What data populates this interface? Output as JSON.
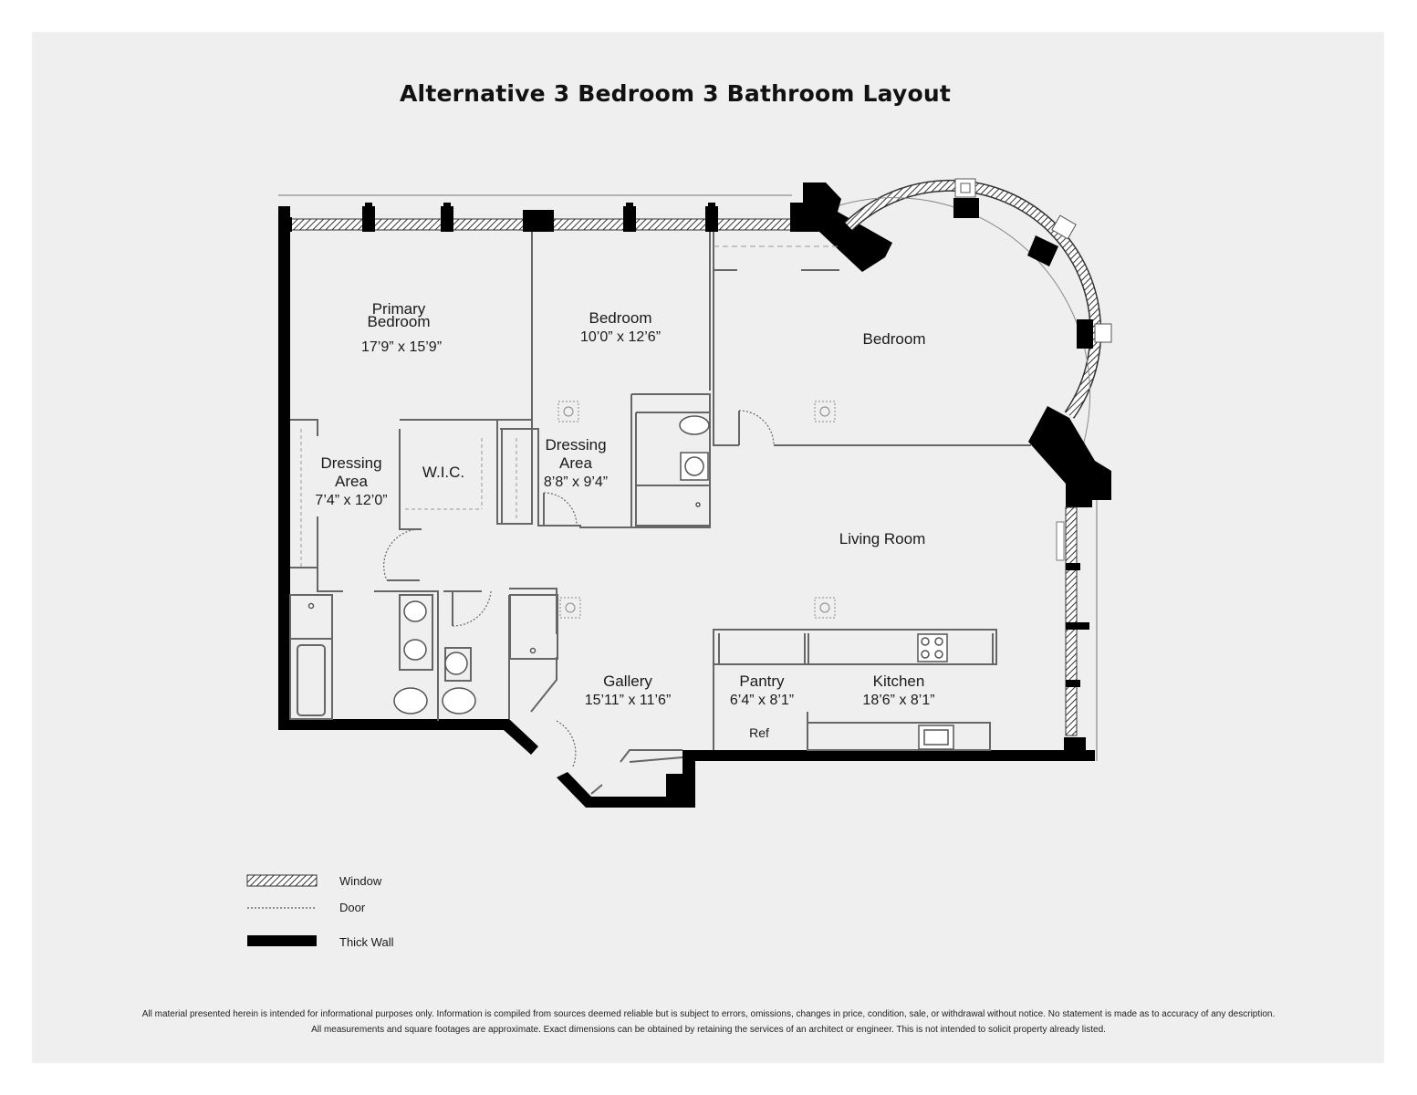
{
  "title": "Alternative 3 Bedroom 3 Bathroom Layout",
  "rooms": {
    "primary_bedroom": {
      "name_line1": "Primary",
      "name_line2": "Bedroom",
      "dims": "17’9” x 15’9”"
    },
    "bedroom_1": {
      "name": "Bedroom",
      "dims": "10’0” x 12’6”"
    },
    "bedroom_2": {
      "name": "Bedroom"
    },
    "dressing_area_1": {
      "name_line1": "Dressing",
      "name_line2": "Area",
      "dims": "7’4” x 12’0”"
    },
    "wic": {
      "name": "W.I.C."
    },
    "dressing_area_2": {
      "name_line1": "Dressing",
      "name_line2": "Area",
      "dims": "8’8” x 9’4”"
    },
    "living_room": {
      "name": "Living Room"
    },
    "gallery": {
      "name": "Gallery",
      "dims": "15’11” x 11’6”"
    },
    "pantry": {
      "name": "Pantry",
      "dims": "6’4” x 8’1”"
    },
    "kitchen": {
      "name": "Kitchen",
      "dims": "18’6” x 8’1”"
    },
    "ref": {
      "name": "Ref"
    }
  },
  "legend": {
    "window": "Window",
    "door": "Door",
    "thick_wall": "Thick Wall"
  },
  "disclaimer": {
    "line1": "All material presented herein is intended for informational purposes only. Information is compiled from sources deemed reliable but is subject to errors, omissions, changes in price, condition, sale, or withdrawal without notice. No statement is made as to accuracy of any description.",
    "line2": "All measurements and square footages are approximate. Exact dimensions can be obtained by retaining the services of an architect or engineer. This is not intended to solicit property already listed."
  },
  "colors": {
    "wall": "#000000",
    "line": "#555555",
    "background": "#efefef"
  }
}
